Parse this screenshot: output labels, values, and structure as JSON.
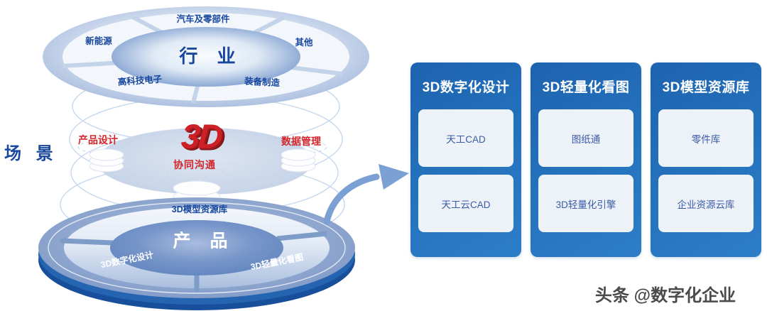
{
  "scene_label": "场 景",
  "industry_disc": {
    "center": "行 业",
    "seg_top": "汽车及零部件",
    "seg_left": "新能源",
    "seg_right": "其他",
    "seg_bottom_left": "高科技电子",
    "seg_bottom_right": "装备制造"
  },
  "scene_layer": {
    "left": "产品设计",
    "right": "数据管理",
    "logo": "3D",
    "logo_caption": "协同沟通"
  },
  "product_disc": {
    "center": "产 品",
    "seg_top": "3D模型资源库",
    "seg_bottom_left": "3D数字化设计",
    "seg_bottom_right": "3D轻量化看图"
  },
  "cards": [
    {
      "title": "3D数字化设计",
      "items": [
        "天工CAD",
        "天工云CAD"
      ]
    },
    {
      "title": "3D轻量化看图",
      "items": [
        "图纸通",
        "3D轻量化引擎"
      ]
    },
    {
      "title": "3D模型资源库",
      "items": [
        "零件库",
        "企业资源云库"
      ]
    }
  ],
  "watermark": "头条 @数字化企业",
  "colors": {
    "navy_text": "#17479e",
    "red_accent": "#d3262c",
    "card_blue_start": "#1d63af",
    "card_blue_end": "#2e7dc8",
    "card_item_bg": "#edf1f8",
    "item_text": "#3a5ca5",
    "arrow_blue": "#7ba0d4",
    "disc_rim": "#17508f"
  }
}
